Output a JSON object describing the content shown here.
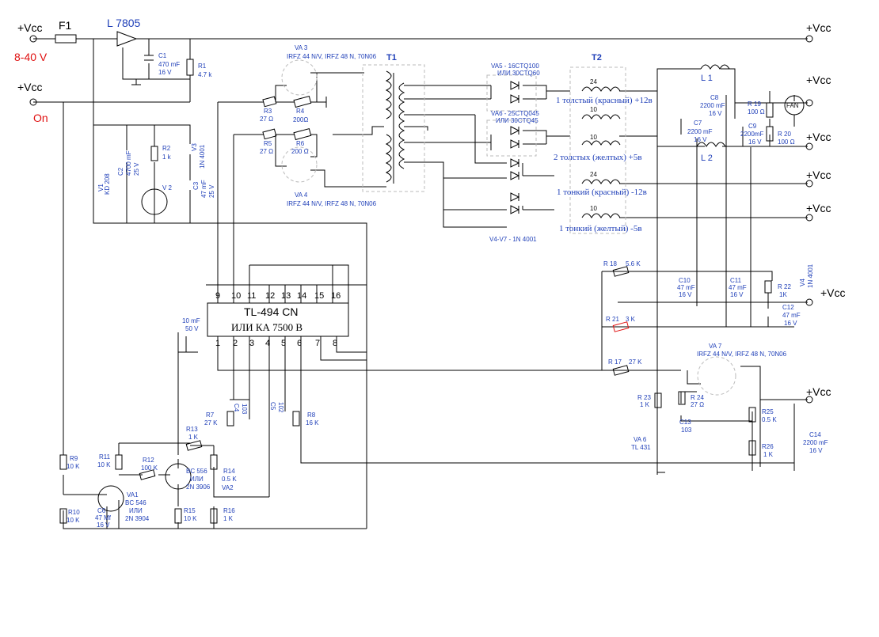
{
  "power": {
    "vcc_in": "+Vcc",
    "vin_range": "8-40 V",
    "vcc_on": "+Vcc",
    "on": "On",
    "fuse": "F1",
    "regulator": "L 7805"
  },
  "parts": {
    "c1": [
      "C1",
      "470 mF",
      "16 V"
    ],
    "r1": [
      "R1",
      "4.7 k"
    ],
    "va3": [
      "VA 3",
      "IRFZ 44 N/V, IRFZ 48 N, 70N06"
    ],
    "va4": [
      "VA 4",
      "IRFZ 44 N/V, IRFZ 48 N, 70N06"
    ],
    "r3": [
      "R3",
      "27 Ω"
    ],
    "r4": [
      "R4",
      "200Ω"
    ],
    "r5": [
      "R5",
      "27 Ω"
    ],
    "r6": [
      "R6",
      "200 Ω"
    ],
    "t1": "T1",
    "t2": "T2",
    "va5": [
      "VA5 - 16CTQ100",
      "ИЛИ 30CTQ60"
    ],
    "va6": [
      "VA6 - 25CTQ045",
      "ИЛИ 30CTQ45"
    ],
    "v4v7": "V4-V7  -  1N 4001",
    "v1": [
      "V1",
      "KD 208"
    ],
    "c2": [
      "C2",
      "4700 mF",
      "25 V"
    ],
    "r2": [
      "R2",
      "1 k"
    ],
    "v3": [
      "V3",
      "1N 4001"
    ],
    "c3": [
      "C3",
      "47 mF",
      "25 V"
    ],
    "v2": "V 2",
    "l1": "L 1",
    "l2": "L 2",
    "c8": [
      "C8",
      "2200 mF",
      "16 V"
    ],
    "r19": [
      "R 19",
      "100 Ω"
    ],
    "c7": [
      "C7",
      "2200 mF",
      "16 V"
    ],
    "c9": [
      "C9",
      "2200mF",
      "16 V"
    ],
    "r20": [
      "R 20",
      "100 Ω"
    ],
    "fan": "FAN",
    "r18": [
      "R 18",
      "5.6 K"
    ],
    "c10": [
      "C10",
      "47 mF",
      "16 V"
    ],
    "c11": [
      "C11",
      "47 mF",
      "16 V"
    ],
    "r22": [
      "R 22",
      "1K"
    ],
    "v4": [
      "V4",
      "1N 4001"
    ],
    "c12": [
      "C12",
      "47 mF",
      "16 V"
    ],
    "r21": [
      "R 21",
      "3 K"
    ],
    "r17": [
      "R 17",
      "27 K"
    ],
    "va7": [
      "VA 7",
      "IRFZ 44 N/V, IRFZ 48 N, 70N06"
    ],
    "r23": [
      "R 23",
      "1 K"
    ],
    "r24": [
      "R 24",
      "27 Ω"
    ],
    "c13": [
      "C13",
      "103"
    ],
    "r25": [
      "R25",
      "0.5 K"
    ],
    "va6b": [
      "VA 6",
      "TL 431"
    ],
    "r26": [
      "R26",
      "1 K"
    ],
    "c14": [
      "C14",
      "2200 mF",
      "16 V"
    ],
    "cap10": [
      "10 mF",
      "50 V"
    ],
    "c4": [
      "C4",
      "103"
    ],
    "r7": [
      "R7",
      "27 K"
    ],
    "c5": [
      "C5",
      "102"
    ],
    "r8": [
      "R8",
      "16 K"
    ],
    "r13": [
      "R13",
      "1 K"
    ],
    "r11": [
      "R11",
      "10 K"
    ],
    "r12": [
      "R12",
      "100 K"
    ],
    "va2": [
      "BC 556",
      "ИЛИ",
      "2N 3906"
    ],
    "r14": [
      "R14",
      "0.5 K",
      "VA2"
    ],
    "r9": [
      "R9",
      "10 K"
    ],
    "r10": [
      "R10",
      "10 K"
    ],
    "c6": [
      "C6",
      "47 Mf",
      "16 V"
    ],
    "va1": [
      "VA1",
      "BC 546",
      "ИЛИ",
      "2N 3904"
    ],
    "r15": [
      "R15",
      "10 K"
    ],
    "r16": [
      "R16",
      "1 K"
    ]
  },
  "ic": {
    "name": "TL-494 CN",
    "alt": "ИЛИ КА 7500 В",
    "pins_top": [
      "9",
      "10",
      "11",
      "12",
      "13",
      "14",
      "15",
      "16"
    ],
    "pins_bottom": [
      "1",
      "2",
      "3",
      "4",
      "5",
      "6",
      "7",
      "8"
    ]
  },
  "windings": {
    "w1": "1 толстый (красный) +12в",
    "w2": "2 толстых (желтых) +5в",
    "w3": "1 тонкий (красный) -12в",
    "w4": "1 тонкий (желтый) -5в",
    "turns": [
      "24",
      "10",
      "10",
      "24",
      "10"
    ]
  },
  "outputs": [
    "+Vcc",
    "+Vcc",
    "+Vcc",
    "+Vcc",
    "+Vcc",
    "+Vcc",
    "+Vcc"
  ],
  "colors": {
    "wire": "#000000",
    "label_blue": "#1f3fb8",
    "label_red": "#e01010"
  }
}
